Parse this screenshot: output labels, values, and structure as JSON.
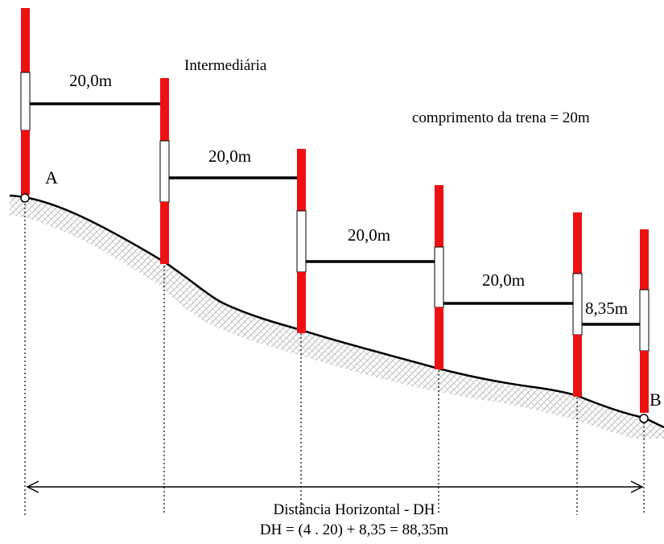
{
  "labels": {
    "point_a": "A",
    "point_b": "B",
    "intermediate": "Intermediária",
    "tape_length": "comprimento da trena = 20m",
    "horizontal_distance": "Distância Horizontal - DH",
    "formula": "DH = (4 . 20) + 8,35 = 88,35m"
  },
  "segments": [
    {
      "label": "20,0m"
    },
    {
      "label": "20,0m"
    },
    {
      "label": "20,0m"
    },
    {
      "label": "20,0m"
    },
    {
      "label": "8,35m"
    }
  ],
  "colors": {
    "pole_red": "#ee1111",
    "pole_white": "#ffffff",
    "ground_hatch": "#b8b8b8",
    "line": "#000000"
  }
}
